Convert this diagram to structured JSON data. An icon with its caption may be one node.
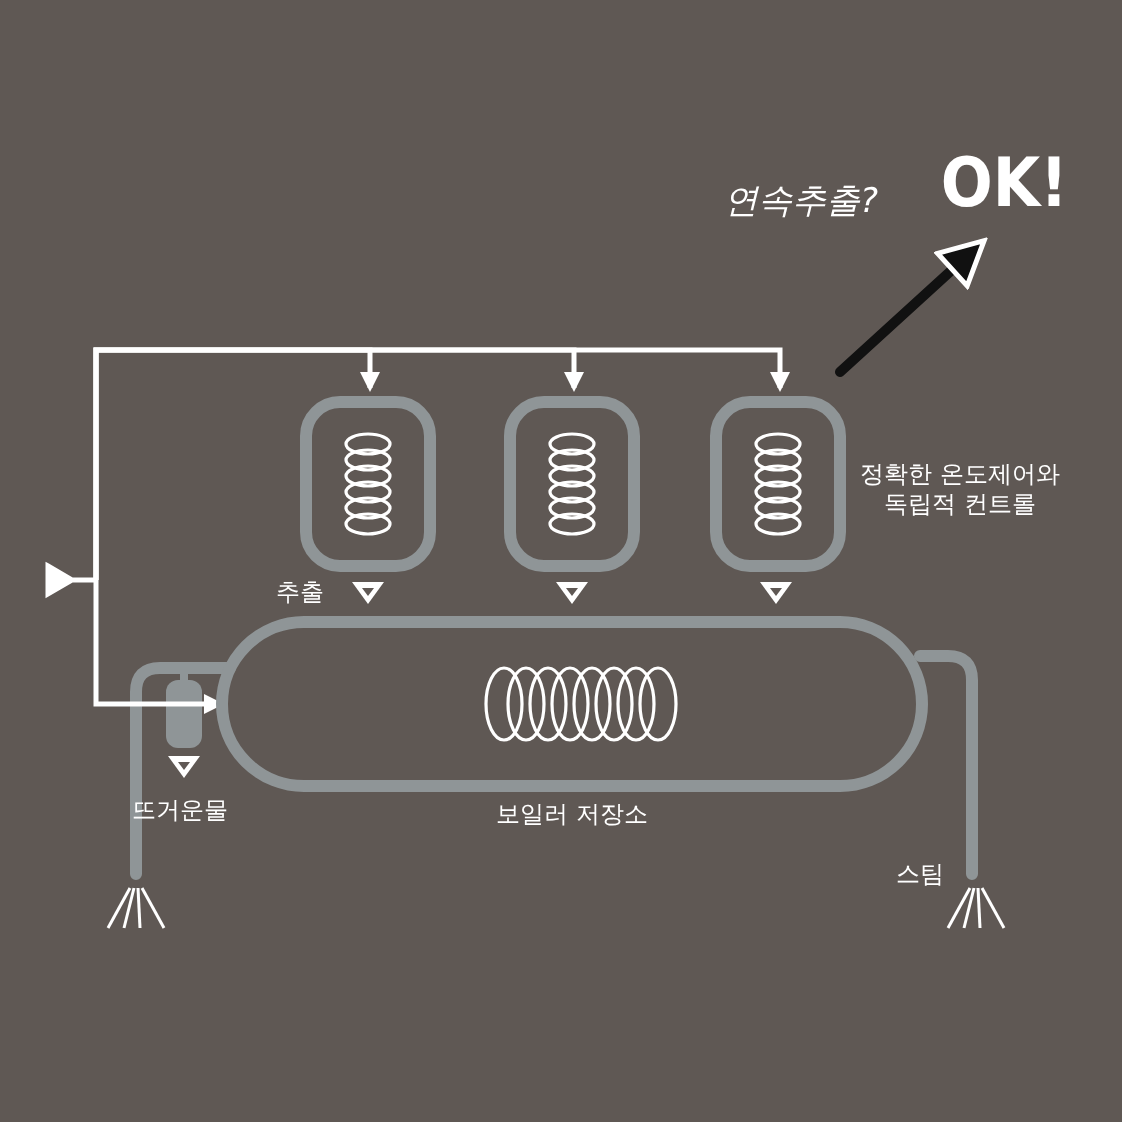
{
  "diagram": {
    "nodes": [
      {
        "text": [
          "연속추출?",
          "OK!"
        ]
      },
      {
        "text": [],
        "shape": "box"
      },
      {
        "text": [],
        "shape": "box"
      },
      {
        "text": [],
        "shape": "box",
        "beside": [
          "정확한 온도제어와 독립적 컨트롤"
        ]
      },
      {
        "text": [
          "보일러 저장소"
        ]
      }
    ],
    "edges": [
      {
        "from": 3,
        "to": 0,
        "arrow": "to",
        "style": "thick",
        "color": "#111111"
      },
      {
        "from": null,
        "to": 1,
        "arrow": "to"
      },
      {
        "from": null,
        "to": 2,
        "arrow": "to"
      },
      {
        "from": null,
        "to": 3,
        "arrow": "to"
      },
      {
        "from": null,
        "to": 4,
        "arrow": "to"
      }
    ],
    "labels": [
      "추출",
      "뜨거운물",
      "스팀"
    ]
  }
}
